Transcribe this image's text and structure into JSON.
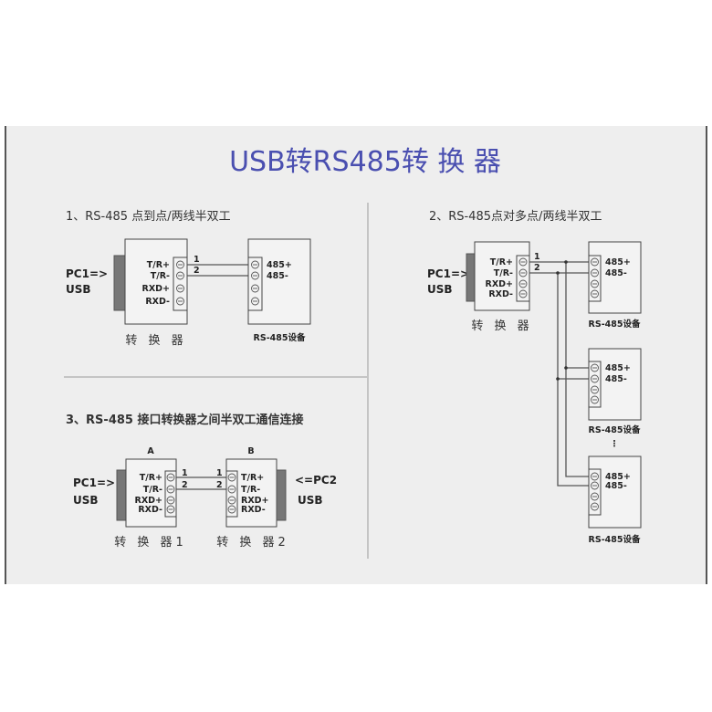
{
  "title": "USB转RS485转 换 器",
  "section1": {
    "heading": "1、RS-485 点到点/两线半双工",
    "pc_label": "PC1=>",
    "usb_label": "USB",
    "converter_pins": [
      "T/R+",
      "T/R-",
      "RXD+",
      "RXD-"
    ],
    "wire_numbers": [
      "1",
      "2"
    ],
    "device_pins": [
      "485+",
      "485-"
    ],
    "converter_caption": "转 换 器",
    "device_caption": "RS-485设备"
  },
  "section2": {
    "heading": "2、RS-485点对多点/两线半双工",
    "pc_label": "PC1=>",
    "usb_label": "USB",
    "converter_pins": [
      "T/R+",
      "T/R-",
      "RXD+",
      "RXD-"
    ],
    "wire_numbers": [
      "1",
      "2"
    ],
    "device_pins": [
      "485+",
      "485-"
    ],
    "converter_caption": "转 换 器",
    "device_captions": [
      "RS-485设备",
      "RS-485设备",
      "RS-485设备"
    ],
    "ellipsis": "⋮"
  },
  "section3": {
    "heading": "3、RS-485 接口转换器之间半双工通信连接",
    "box_a": "A",
    "box_b": "B",
    "pc1_label": "PC1=>",
    "pc2_label": "<=PC2",
    "usb_label": "USB",
    "pins": [
      "T/R+",
      "T/R-",
      "RXD+",
      "RXD-"
    ],
    "wire_numbers": [
      "1",
      "2"
    ],
    "caption_a": "转 换 器1",
    "caption_b": "转 换 器2"
  },
  "colors": {
    "title": "#4a4fb0",
    "background": "#eeeeee"
  }
}
